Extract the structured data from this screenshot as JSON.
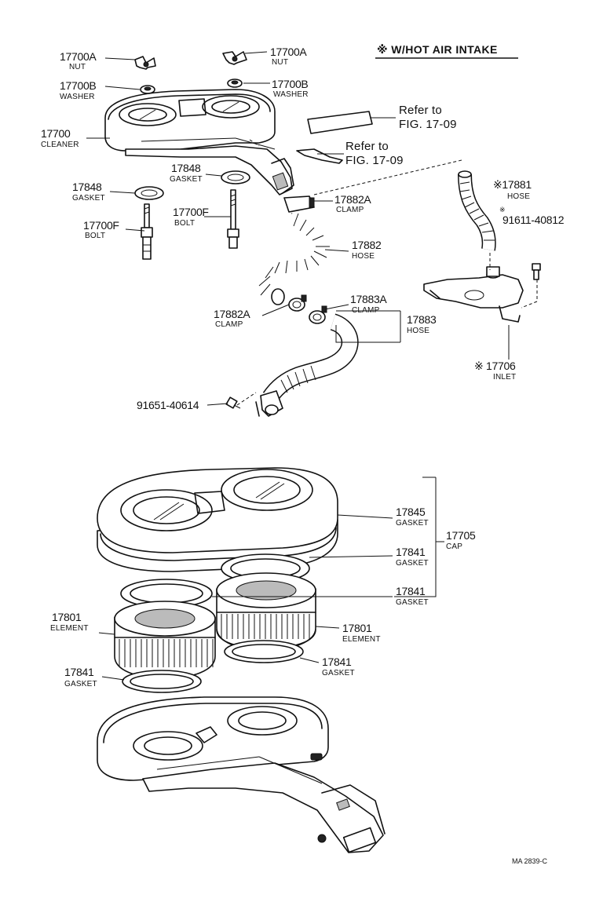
{
  "header": {
    "note": "※ W/HOT AIR INTAKE",
    "footer_code": "MA 2839-C"
  },
  "refs": [
    {
      "line1": "Refer to",
      "line2": "FIG. 17-09"
    },
    {
      "line1": "Refer to",
      "line2": "FIG. 17-09"
    }
  ],
  "callouts": {
    "nut_left": {
      "num": "17700A",
      "name": "NUT"
    },
    "nut_right": {
      "num": "17700A",
      "name": "NUT"
    },
    "washer_left": {
      "num": "17700B",
      "name": "WASHER"
    },
    "washer_right": {
      "num": "17700B",
      "name": "WASHER"
    },
    "cleaner": {
      "num": "17700",
      "name": "CLEANER"
    },
    "gasket_mid": {
      "num": "17848",
      "name": "GASKET"
    },
    "gasket_left": {
      "num": "17848",
      "name": "GASKET"
    },
    "bolt_mid": {
      "num": "17700F",
      "name": "BOLT"
    },
    "bolt_left": {
      "num": "17700F",
      "name": "BOLT"
    },
    "clamp_top": {
      "num": "17882A",
      "name": "CLAMP"
    },
    "hose_17882": {
      "num": "17882",
      "name": "HOSE"
    },
    "clamp_lower": {
      "num": "17882A",
      "name": "CLAMP"
    },
    "clamp_17883a": {
      "num": "17883A",
      "name": "CLAMP"
    },
    "hose_17883": {
      "num": "17883",
      "name": "HOSE"
    },
    "bolt_91651": {
      "num": "91651-40614"
    },
    "hose_17881": {
      "num": "※17881",
      "name": "HOSE"
    },
    "bolt_91611": {
      "num": "91611-40812",
      "mark": "※"
    },
    "inlet_17706": {
      "num": "※ 17706",
      "name": "INLET"
    },
    "gasket_17845": {
      "num": "17845",
      "name": "GASKET"
    },
    "cap_17705": {
      "num": "17705",
      "name": "CAP"
    },
    "gasket_17841_a": {
      "num": "17841",
      "name": "GASKET"
    },
    "gasket_17841_b": {
      "num": "17841",
      "name": "GASKET"
    },
    "element_left": {
      "num": "17801",
      "name": "ELEMENT"
    },
    "element_right": {
      "num": "17801",
      "name": "ELEMENT"
    },
    "gasket_17841_c": {
      "num": "17841",
      "name": "GASKET"
    },
    "gasket_17841_d": {
      "num": "17841",
      "name": "GASKET"
    }
  }
}
